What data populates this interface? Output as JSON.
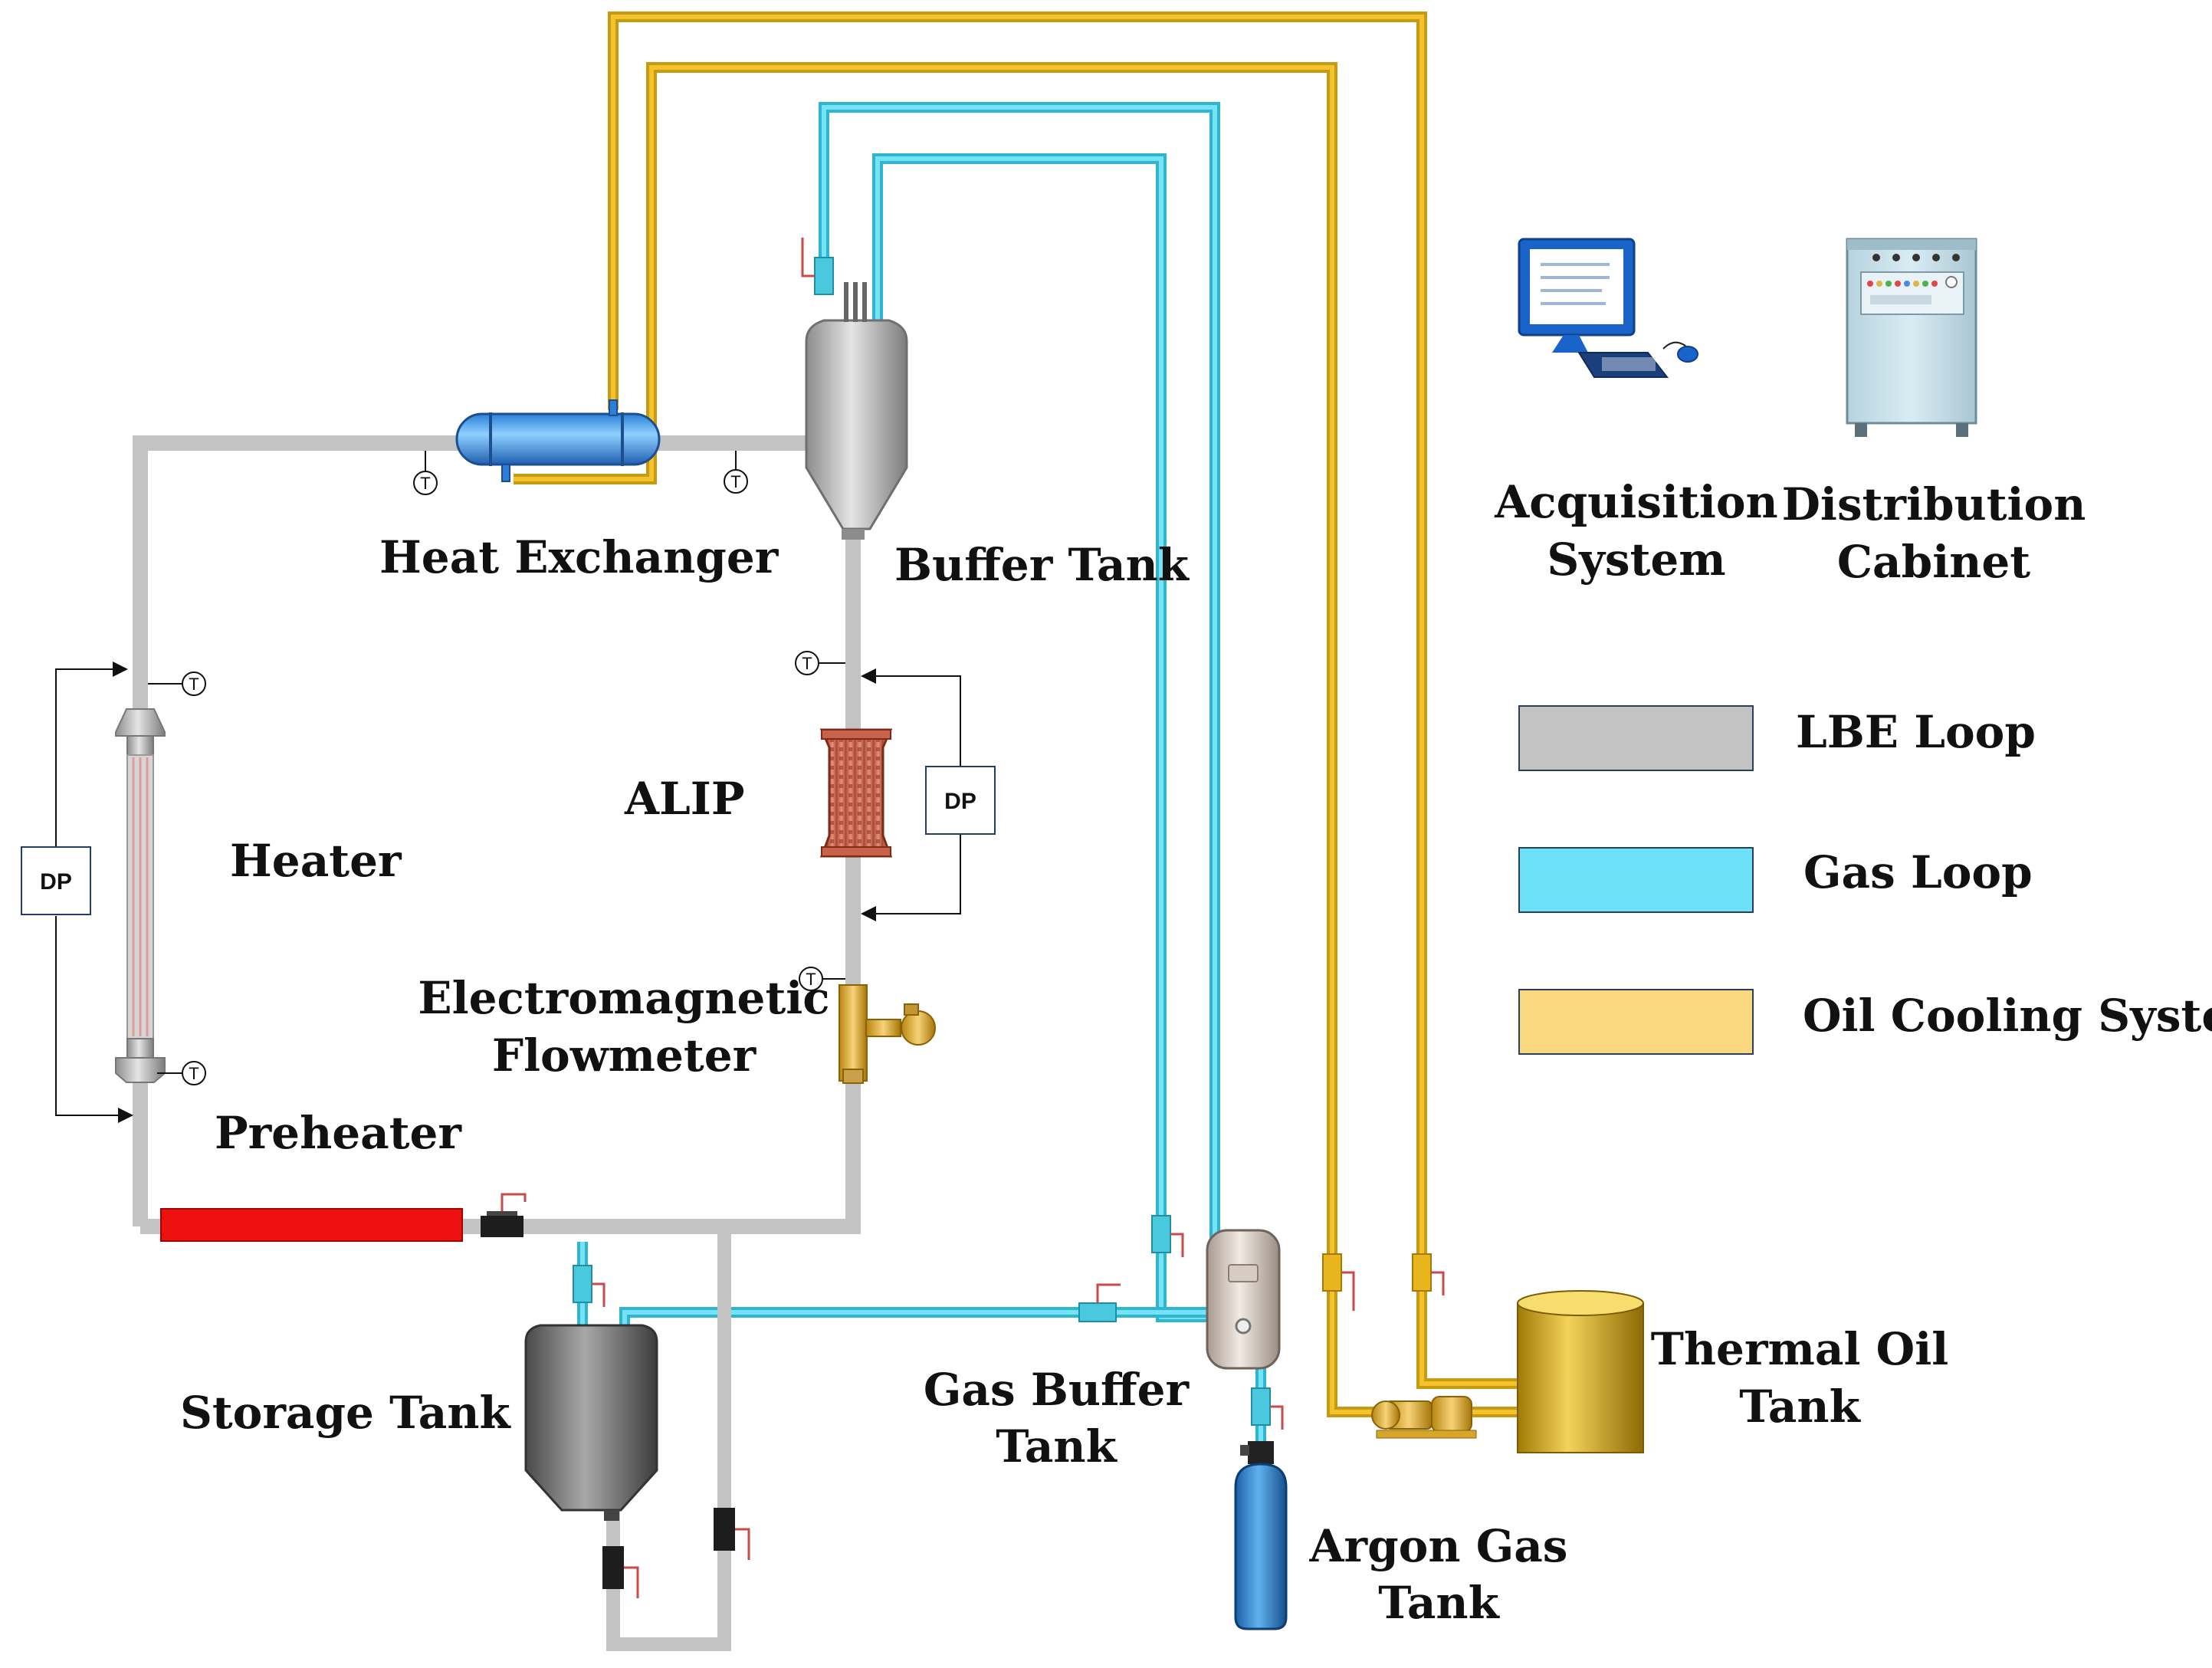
{
  "colors": {
    "lbe": "#c3c3c3",
    "lbe_edge": "#9a9a9a",
    "gas": "#76e3f5",
    "gas_edge": "#2fb5cf",
    "oil": "#f3c32d",
    "oil_edge": "#c79a12",
    "alip_label": "#e0161b",
    "preheater_red": "#ee1111",
    "legend_lbe": "#c3c3c3",
    "legend_gas": "#6de1f8",
    "legend_oil": "#fbd77f"
  },
  "labels": {
    "heat_exchanger": "Heat Exchanger",
    "buffer_tank": "Buffer Tank",
    "alip": "ALIP",
    "heater": "Heater",
    "electromagnetic_1": "Electromagnetic",
    "electromagnetic_2": "Flowmeter",
    "preheater": "Preheater",
    "storage_tank": "Storage Tank",
    "gas_buffer_1": "Gas Buffer",
    "gas_buffer_2": "Tank",
    "argon_1": "Argon Gas",
    "argon_2": "Tank",
    "thermal_oil_1": "Thermal Oil",
    "thermal_oil_2": "Tank",
    "acquisition_1": "Acquisition",
    "acquisition_2": "System",
    "distribution_1": "Distribution",
    "distribution_2": "Cabinet"
  },
  "dp_label": "DP",
  "temp_symbol": "T",
  "legend": [
    {
      "label": "LBE Loop",
      "color_key": "legend_lbe"
    },
    {
      "label": "Gas Loop",
      "color_key": "legend_gas"
    },
    {
      "label": "Oil Cooling System",
      "color_key": "legend_oil"
    }
  ],
  "icons": [
    "computer-icon",
    "electrical-cabinet-icon",
    "valve-icon",
    "thermocouple-icon",
    "pump-icon",
    "gas-cylinder-icon"
  ]
}
